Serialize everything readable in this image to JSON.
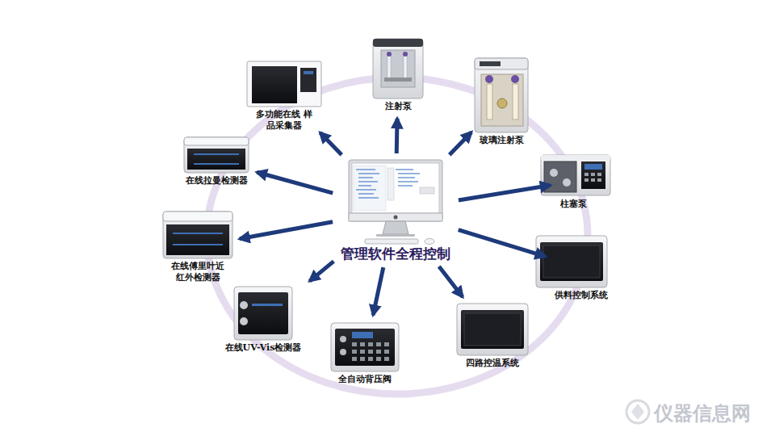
{
  "diagram": {
    "nodes": [
      {
        "text": [
          "管理软件全程控制"
        ]
      },
      {
        "text": [
          "注射泵"
        ]
      },
      {
        "text": [
          "玻璃注射泵"
        ]
      },
      {
        "text": [
          "柱塞泵"
        ]
      },
      {
        "text": [
          "供料控制系统"
        ]
      },
      {
        "text": [
          "四路控温系统"
        ]
      },
      {
        "text": [
          "全自动背压阀"
        ]
      },
      {
        "text": [
          "在线UV-Vis检测器"
        ]
      },
      {
        "text": [
          "在线傅里叶近 红外检测器"
        ]
      },
      {
        "text": [
          "在线拉曼检测器"
        ]
      },
      {
        "text": [
          "多功能在线 样品采集器"
        ]
      }
    ],
    "edges": [
      {
        "from": 0,
        "to": 1,
        "arrow": "to"
      },
      {
        "from": 0,
        "to": 2,
        "arrow": "to"
      },
      {
        "from": 0,
        "to": 3,
        "arrow": "to"
      },
      {
        "from": 0,
        "to": 4,
        "arrow": "to"
      },
      {
        "from": 0,
        "to": 5,
        "arrow": "to"
      },
      {
        "from": 0,
        "to": 6,
        "arrow": "to"
      },
      {
        "from": 0,
        "to": 7,
        "arrow": "to"
      },
      {
        "from": 0,
        "to": 8,
        "arrow": "to"
      },
      {
        "from": 0,
        "to": 9,
        "arrow": "to"
      },
      {
        "from": 0,
        "to": 10,
        "arrow": "to"
      }
    ],
    "labels": [
      "仪器信息网"
    ]
  }
}
